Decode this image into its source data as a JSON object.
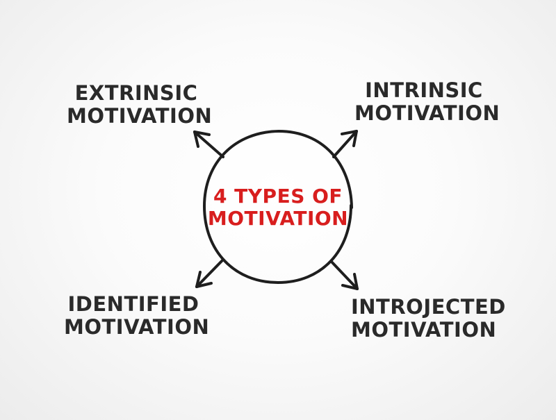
{
  "center": {
    "line1": "4 TYPES OF",
    "line2": "MOTIVATION"
  },
  "nodes": {
    "top_left": {
      "line1": "EXTRINSIC",
      "line2": "MOTIVATION"
    },
    "top_right": {
      "line1": "INTRINSIC",
      "line2": "MOTIVATION"
    },
    "bottom_left": {
      "line1": "IDENTIFIED",
      "line2": "MOTIVATION"
    },
    "bottom_right": {
      "line1": "INTROJECTED",
      "line2": "MOTIVATION"
    }
  },
  "colors": {
    "text": "#2a2a2a",
    "accent": "#d81e1e",
    "stroke": "#1e1e1e"
  }
}
